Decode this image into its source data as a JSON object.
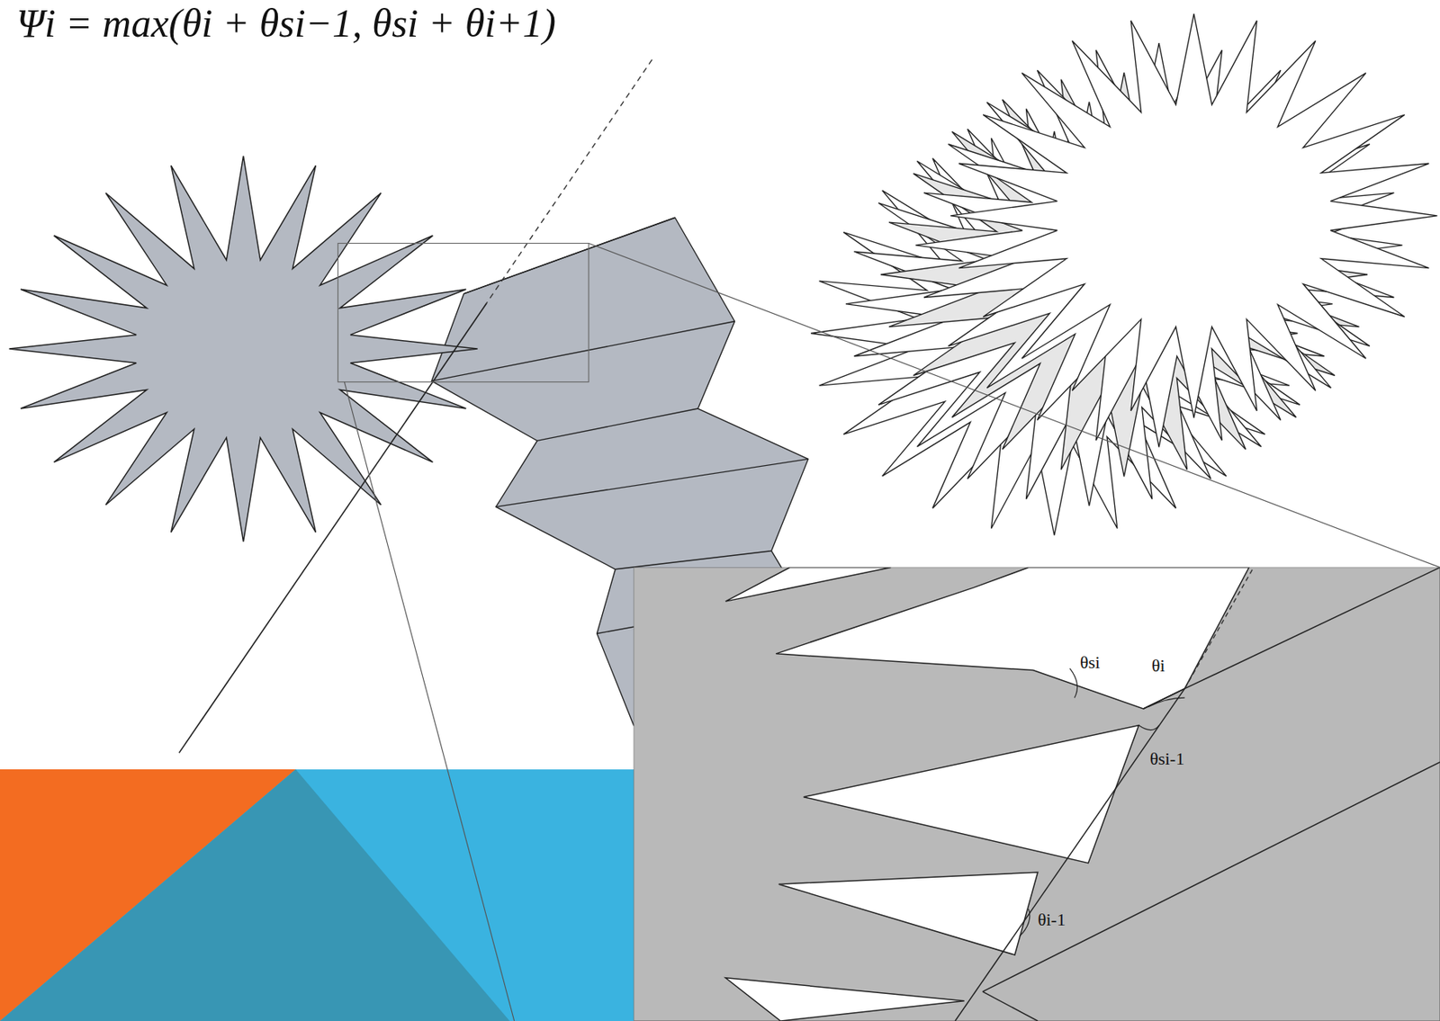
{
  "diagram": {
    "labels": [
      "Ψi = max(θi + θsi−1, θsi + θi+1)",
      "θsi",
      "θi",
      "θsi-1",
      "θi-1"
    ]
  }
}
